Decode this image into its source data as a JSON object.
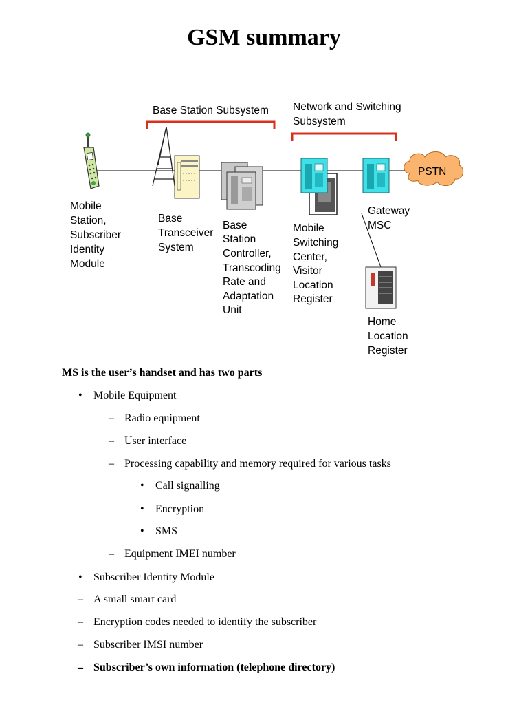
{
  "page": {
    "title": "GSM summary"
  },
  "diagram": {
    "labels": {
      "bss": "Base Station Subsystem",
      "nss_1": "Network and Switching",
      "nss_2": "Subsystem",
      "pstn": "PSTN",
      "ms": [
        "Mobile",
        "Station,",
        "Subscriber",
        "Identity",
        "Module"
      ],
      "bts": [
        "Base",
        "Transceiver",
        "System"
      ],
      "bsc": [
        "Base",
        "Station",
        "Controller,",
        "Transcoding",
        "Rate and",
        "Adaptation",
        "Unit"
      ],
      "msc": [
        "Mobile",
        "Switching",
        "Center,",
        "Visitor",
        "Location",
        "Register"
      ],
      "gmsc": [
        "Gateway",
        "MSC"
      ],
      "hlr": [
        "Home",
        "Location",
        "Register"
      ]
    }
  },
  "content": {
    "heading": "MS is the user’s handset and has two parts",
    "lines": [
      {
        "marker": "•",
        "text": "Mobile Equipment"
      },
      {
        "marker": "–",
        "text": "Radio equipment"
      },
      {
        "marker": "–",
        "text": "User interface"
      },
      {
        "marker": "–",
        "text": "Processing capability and memory required for various tasks"
      },
      {
        "marker": "•",
        "text": "Call signalling"
      },
      {
        "marker": "•",
        "text": "Encryption"
      },
      {
        "marker": "•",
        "text": "SMS"
      },
      {
        "marker": "–",
        "text": "Equipment IMEI number"
      },
      {
        "marker": "•",
        "text": "Subscriber Identity Module"
      },
      {
        "marker": "–",
        "text": "A small smart card"
      },
      {
        "marker": "–",
        "text": "Encryption codes needed to identify the subscriber"
      },
      {
        "marker": "–",
        "text": "Subscriber IMSI number"
      },
      {
        "marker": "–",
        "text": "Subscriber’s own information (telephone directory)"
      }
    ]
  }
}
